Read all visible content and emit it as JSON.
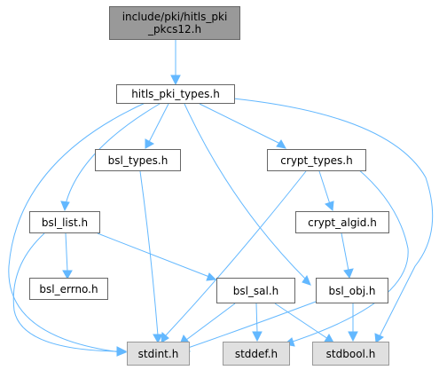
{
  "graph": {
    "nodes": {
      "pkcs12": "include/pki/hitls_pki\n_pkcs12.h",
      "pki_types": "hitls_pki_types.h",
      "bsl_types": "bsl_types.h",
      "crypt_types": "crypt_types.h",
      "bsl_list": "bsl_list.h",
      "crypt_algid": "crypt_algid.h",
      "bsl_errno": "bsl_errno.h",
      "bsl_sal": "bsl_sal.h",
      "bsl_obj": "bsl_obj.h",
      "stdint": "stdint.h",
      "stddef": "stddef.h",
      "stdbool": "stdbool.h"
    },
    "colors": {
      "edge": "#63b8ff",
      "root_fill": "#999999",
      "system_fill": "#e0e0e0"
    }
  }
}
